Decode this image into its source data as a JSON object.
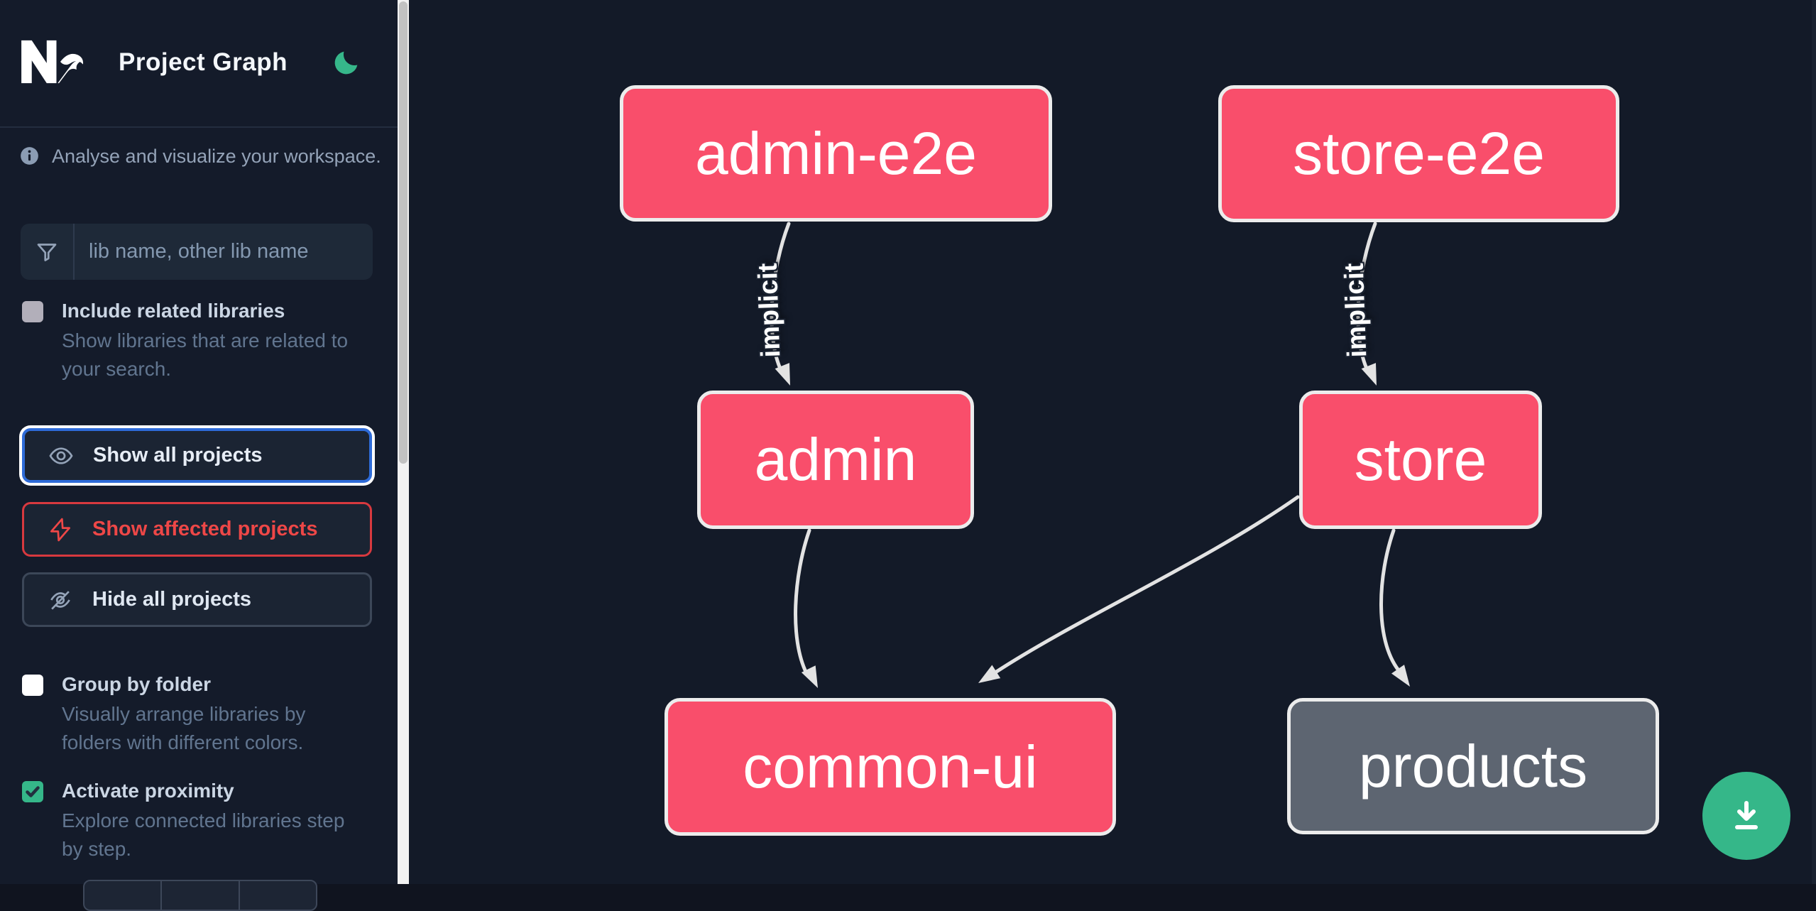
{
  "header": {
    "app_title": "Project Graph"
  },
  "intro": {
    "text": "Analyse and visualize your workspace."
  },
  "search": {
    "placeholder": "lib name, other lib name"
  },
  "options": [
    {
      "label": "Include related libraries",
      "description": "Show libraries that are related to your search.",
      "checked": false
    },
    {
      "label": "Group by folder",
      "description": "Visually arrange libraries by folders with different colors.",
      "checked": false
    },
    {
      "label": "Activate proximity",
      "description": "Explore connected libraries step by step.",
      "checked": true
    }
  ],
  "actions": [
    {
      "label": "Show all projects",
      "state": "focused"
    },
    {
      "label": "Show affected projects",
      "state": "affected"
    },
    {
      "label": "Hide all projects",
      "state": "default"
    }
  ],
  "graph": {
    "nodes": [
      {
        "id": "admin-e2e",
        "label": "admin-e2e",
        "status": "affected"
      },
      {
        "id": "store-e2e",
        "label": "store-e2e",
        "status": "affected"
      },
      {
        "id": "admin",
        "label": "admin",
        "status": "affected"
      },
      {
        "id": "store",
        "label": "store",
        "status": "affected"
      },
      {
        "id": "common-ui",
        "label": "common-ui",
        "status": "affected"
      },
      {
        "id": "products",
        "label": "products",
        "status": "unaffected"
      }
    ],
    "edges": [
      {
        "from": "admin-e2e",
        "to": "admin",
        "label": "implicit"
      },
      {
        "from": "store-e2e",
        "to": "store",
        "label": "implicit"
      },
      {
        "from": "admin",
        "to": "common-ui",
        "label": ""
      },
      {
        "from": "store",
        "to": "common-ui",
        "label": ""
      },
      {
        "from": "store",
        "to": "products",
        "label": ""
      }
    ]
  },
  "fab": {
    "icon": "download"
  },
  "colors": {
    "affected_node": "#f94e6b",
    "unaffected_node": "#5d6571",
    "node_border": "#ececec",
    "edge": "#e3e3e3",
    "accent_green": "#35b789",
    "focus_blue": "#2e6bd8",
    "danger_red": "#ee4747",
    "sidebar_bg": "#141b2a",
    "canvas_bg": "#131a28"
  }
}
